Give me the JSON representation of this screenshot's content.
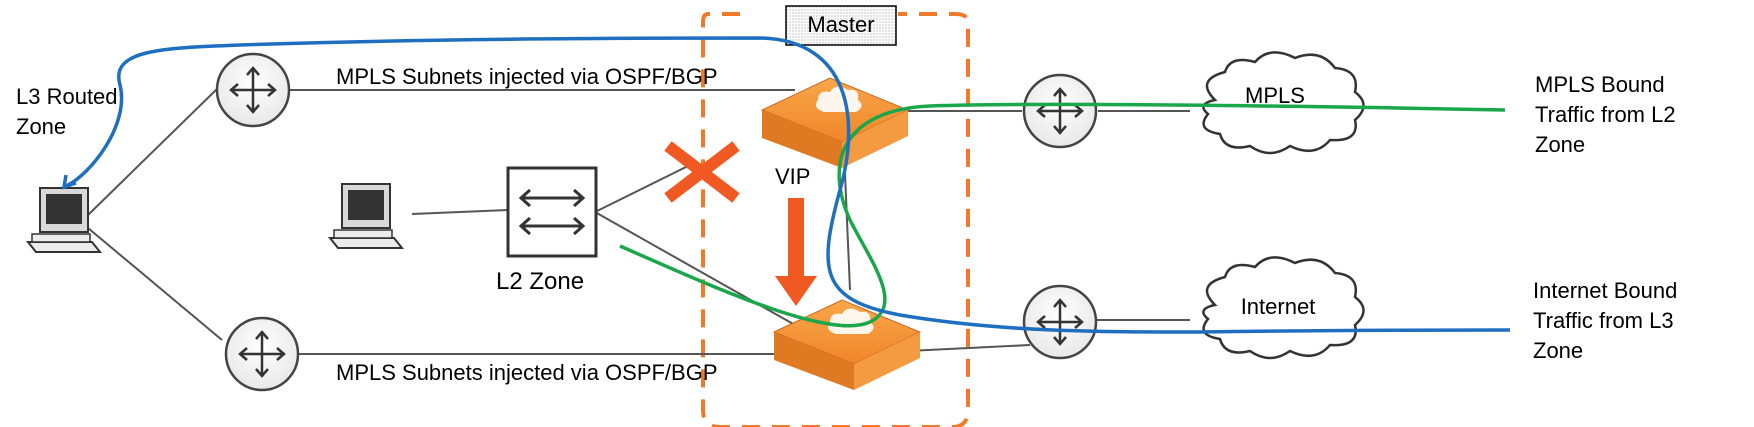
{
  "labels": {
    "l3_zone": [
      "L3 Routed",
      "Zone"
    ],
    "l2_zone": "L2 Zone",
    "master": "Master",
    "vip": "VIP",
    "mpls_cloud": "MPLS",
    "internet_cloud": "Internet",
    "top_link": "MPLS Subnets injected via OSPF/BGP",
    "bottom_link": "MPLS Subnets injected via OSPF/BGP",
    "mpls_traffic": [
      "MPLS Bound",
      "Traffic from L2",
      "Zone"
    ],
    "internet_traffic": [
      "Internet Bound",
      "Traffic from L3",
      "Zone"
    ]
  },
  "colors": {
    "l3_flow": "#1f6fc0",
    "l2_flow": "#1aa64a",
    "failover": "#f05a22",
    "master_box": "#f07a2a",
    "appliance": "#f08a30",
    "link": "#555555"
  }
}
